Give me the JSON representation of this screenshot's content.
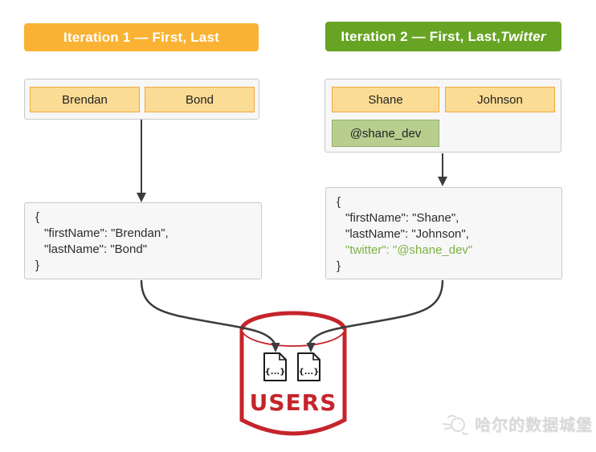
{
  "iteration1": {
    "title": "Iteration 1 — First, Last",
    "fields": {
      "first": "Brendan",
      "last": "Bond"
    },
    "code": {
      "open": "{",
      "first_name_line": "\"firstName\": \"Brendan\",",
      "last_name_line": "\"lastName\": \"Bond\"",
      "close": "}"
    }
  },
  "iteration2": {
    "title_prefix": "Iteration 2 — First, Last, ",
    "title_italic": "Twitter",
    "fields": {
      "first": "Shane",
      "last": "Johnson",
      "twitter": "@shane_dev"
    },
    "code": {
      "open": "{",
      "first_name_line": "\"firstName\": \"Shane\",",
      "last_name_line": "\"lastName\": \"Johnson\",",
      "twitter_line": "\"twitter\": \"@shane_dev\"",
      "close": "}"
    }
  },
  "database": {
    "label": "USERS",
    "doc_icon_glyph": "{...}"
  },
  "watermark": {
    "text": "哈尔的数据城堡"
  },
  "colors": {
    "header_yellow": "#F9B233",
    "header_green": "#68A424",
    "field_yellow_bg": "#FBDC94",
    "field_yellow_border": "#F0A93C",
    "field_green_bg": "#B7CE8F",
    "field_green_border": "#94B05F",
    "twitter_text_green": "#7CB043",
    "database_red": "#C5242B",
    "arrow_dark": "#3C3C3C",
    "panel_bg": "#F7F7F7",
    "panel_border": "#C9C9C9"
  }
}
